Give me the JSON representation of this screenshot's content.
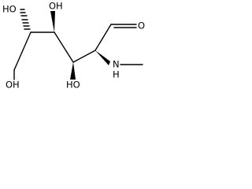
{
  "structure": {
    "atom_labels": {
      "oh_top_left": "HO",
      "oh_top_mid": "OH",
      "oh_bottom_left": "OH",
      "oh_bottom_mid": "HO",
      "aldehyde_o": "O",
      "amine_n": "N",
      "amine_h": "H"
    },
    "stereo": {
      "c5_to_oh": "hashed",
      "c4_to_oh": "wedge",
      "c3_to_oh": "wedge",
      "c2_to_n": "wedge"
    }
  },
  "colors": {
    "bond": "#000000",
    "label": "#000000",
    "background": "#ffffff"
  }
}
